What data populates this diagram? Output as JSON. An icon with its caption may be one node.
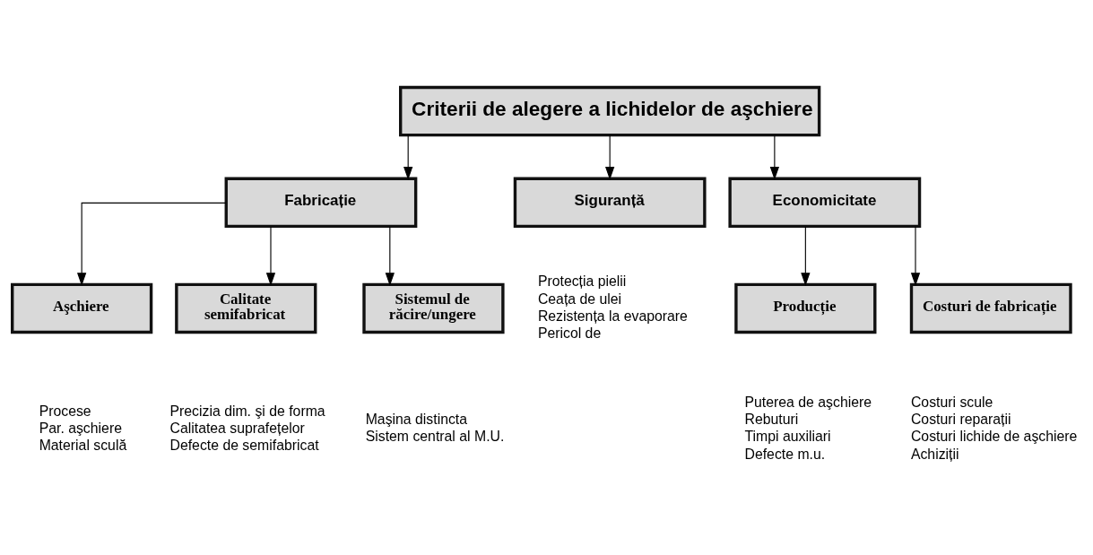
{
  "diagram": {
    "nodes": [
      {
        "text": [
          "Criterii de alegere a lichidelor de aşchiere"
        ]
      },
      {
        "text": [
          "Fabricație"
        ]
      },
      {
        "text": [
          "Siguranță"
        ],
        "beside": [
          "Protecția pielii",
          "Ceața de ulei",
          "Rezistența la evaporare",
          "Pericol de"
        ]
      },
      {
        "text": [
          "Economicitate"
        ]
      },
      {
        "text": [
          "Aşchiere"
        ],
        "beside": [
          "Procese",
          "Par. aşchiere",
          "Material sculă"
        ]
      },
      {
        "text": [
          "Calitate semifabricat"
        ],
        "beside": [
          "Precizia dim. şi de forma",
          "Calitatea suprafețelor",
          "Defecte de semifabricat"
        ]
      },
      {
        "text": [
          "Sistemul de răcire/ungere"
        ],
        "beside": [
          "Maşina distincta",
          "Sistem central al M.U."
        ]
      },
      {
        "text": [
          "Producție"
        ],
        "beside": [
          "Puterea de aşchiere",
          "Rebuturi",
          "Timpi auxiliari",
          "Defecte m.u."
        ]
      },
      {
        "text": [
          "Costuri de fabricație"
        ],
        "beside": [
          "Costuri scule",
          "Costuri reparații",
          "Costuri lichide de aşchiere",
          "Achiziții"
        ]
      }
    ],
    "edges": [
      {
        "from": 0,
        "to": 1,
        "arrow": "to"
      },
      {
        "from": 0,
        "to": 2,
        "arrow": "to"
      },
      {
        "from": 0,
        "to": 3,
        "arrow": "to"
      },
      {
        "from": 1,
        "to": 4,
        "arrow": "to"
      },
      {
        "from": 1,
        "to": 5,
        "arrow": "to"
      },
      {
        "from": 1,
        "to": 6,
        "arrow": "to"
      },
      {
        "from": 3,
        "to": 7,
        "arrow": "to"
      },
      {
        "from": 3,
        "to": 8,
        "arrow": "to"
      }
    ]
  }
}
